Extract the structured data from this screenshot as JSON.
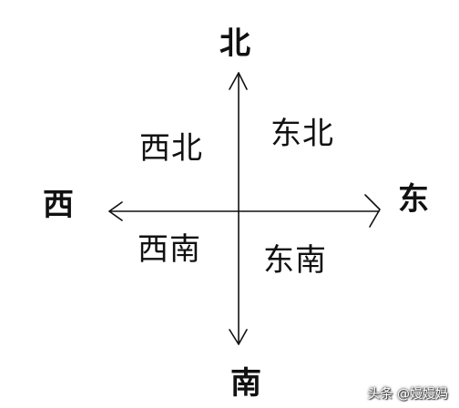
{
  "directions": {
    "north": "北",
    "south": "南",
    "west": "西",
    "east": "东",
    "northeast": "东北",
    "northwest": "西北",
    "southwest": "西南",
    "southeast": "东南"
  },
  "watermark": "头条 @嫚嫚妈",
  "colors": {
    "ink": "#111111",
    "background": "#ffffff"
  }
}
